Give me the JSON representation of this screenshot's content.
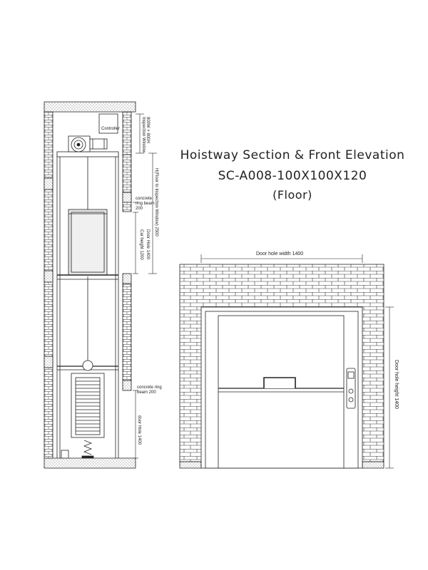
{
  "title": {
    "line1": "Hoistway Section & Front Elevation",
    "line2": "SC-A008-100X100X120",
    "line3": "(Floor)"
  },
  "section": {
    "controller": "Controller",
    "inspection_window": "Inspection Window",
    "inspection_window_size": "800W × 800H",
    "floor_to_window": "H(Floor to Inspection Window) 2500",
    "ring_beam_top_1": "concrete",
    "ring_beam_top_2": "ring beam",
    "ring_beam_top_3": "200",
    "door_hole_upper": "Door  Hole  1400",
    "car_height": "Car height 1200",
    "ring_beam_bottom_1": "concrete ring",
    "ring_beam_bottom_2": "beam 200",
    "door_hole_lower": "door Hole 1400"
  },
  "elevation": {
    "door_hole_width": "Door hole width 1400",
    "door_hole_height": "Door hole height 1400"
  },
  "colors": {
    "line": "#222222",
    "car_fill": "#e6e6e6",
    "wall_fill": "#ffffff"
  }
}
